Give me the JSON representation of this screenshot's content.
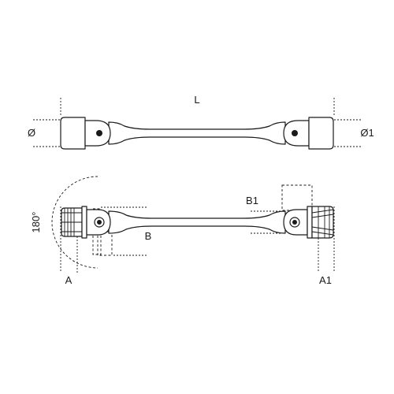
{
  "labels": {
    "length": "L",
    "diameter_left": "Ø",
    "diameter_right": "Ø1",
    "rotation": "180°",
    "offset_b": "B",
    "offset_b1": "B1",
    "width_a": "A",
    "width_a1": "A1"
  },
  "colors": {
    "line": "#1a1a1a",
    "background": "#ffffff"
  }
}
